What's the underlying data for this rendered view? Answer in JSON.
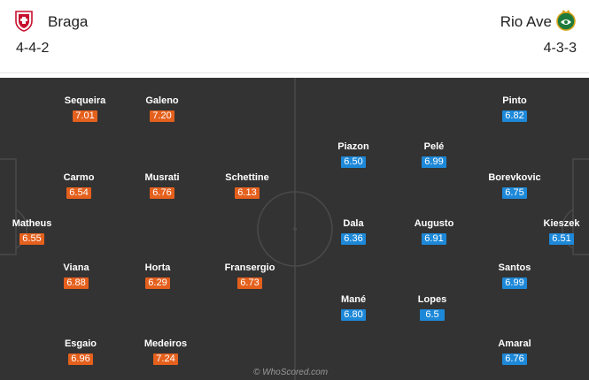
{
  "home": {
    "name": "Braga",
    "formation": "4-4-2",
    "color": "#e4601d",
    "crest_icon": "braga-crest-icon",
    "players": [
      {
        "name": "Sequeira",
        "rating": "7.01"
      },
      {
        "name": "Galeno",
        "rating": "7.20"
      },
      {
        "name": "Carmo",
        "rating": "6.54"
      },
      {
        "name": "Musrati",
        "rating": "6.76"
      },
      {
        "name": "Schettine",
        "rating": "6.13"
      },
      {
        "name": "Matheus",
        "rating": "6.55"
      },
      {
        "name": "Viana",
        "rating": "6.88"
      },
      {
        "name": "Horta",
        "rating": "6.29"
      },
      {
        "name": "Fransergio",
        "rating": "6.73"
      },
      {
        "name": "Esgaio",
        "rating": "6.96"
      },
      {
        "name": "Medeiros",
        "rating": "7.24"
      }
    ]
  },
  "away": {
    "name": "Rio Ave",
    "formation": "4-3-3",
    "color": "#1d88d8",
    "crest_icon": "rio-ave-crest-icon",
    "players": [
      {
        "name": "Pinto",
        "rating": "6.82"
      },
      {
        "name": "Piazon",
        "rating": "6.50"
      },
      {
        "name": "Pelé",
        "rating": "6.99"
      },
      {
        "name": "Borevkovic",
        "rating": "6.75"
      },
      {
        "name": "Dala",
        "rating": "6.36"
      },
      {
        "name": "Augusto",
        "rating": "6.91"
      },
      {
        "name": "Kieszek",
        "rating": "6.51"
      },
      {
        "name": "Santos",
        "rating": "6.99"
      },
      {
        "name": "Mané",
        "rating": "6.80"
      },
      {
        "name": "Lopes",
        "rating": "6.5"
      },
      {
        "name": "Amaral",
        "rating": "6.76"
      }
    ]
  },
  "pitch_color": "#333333",
  "watermark": "© WhoScored.com"
}
